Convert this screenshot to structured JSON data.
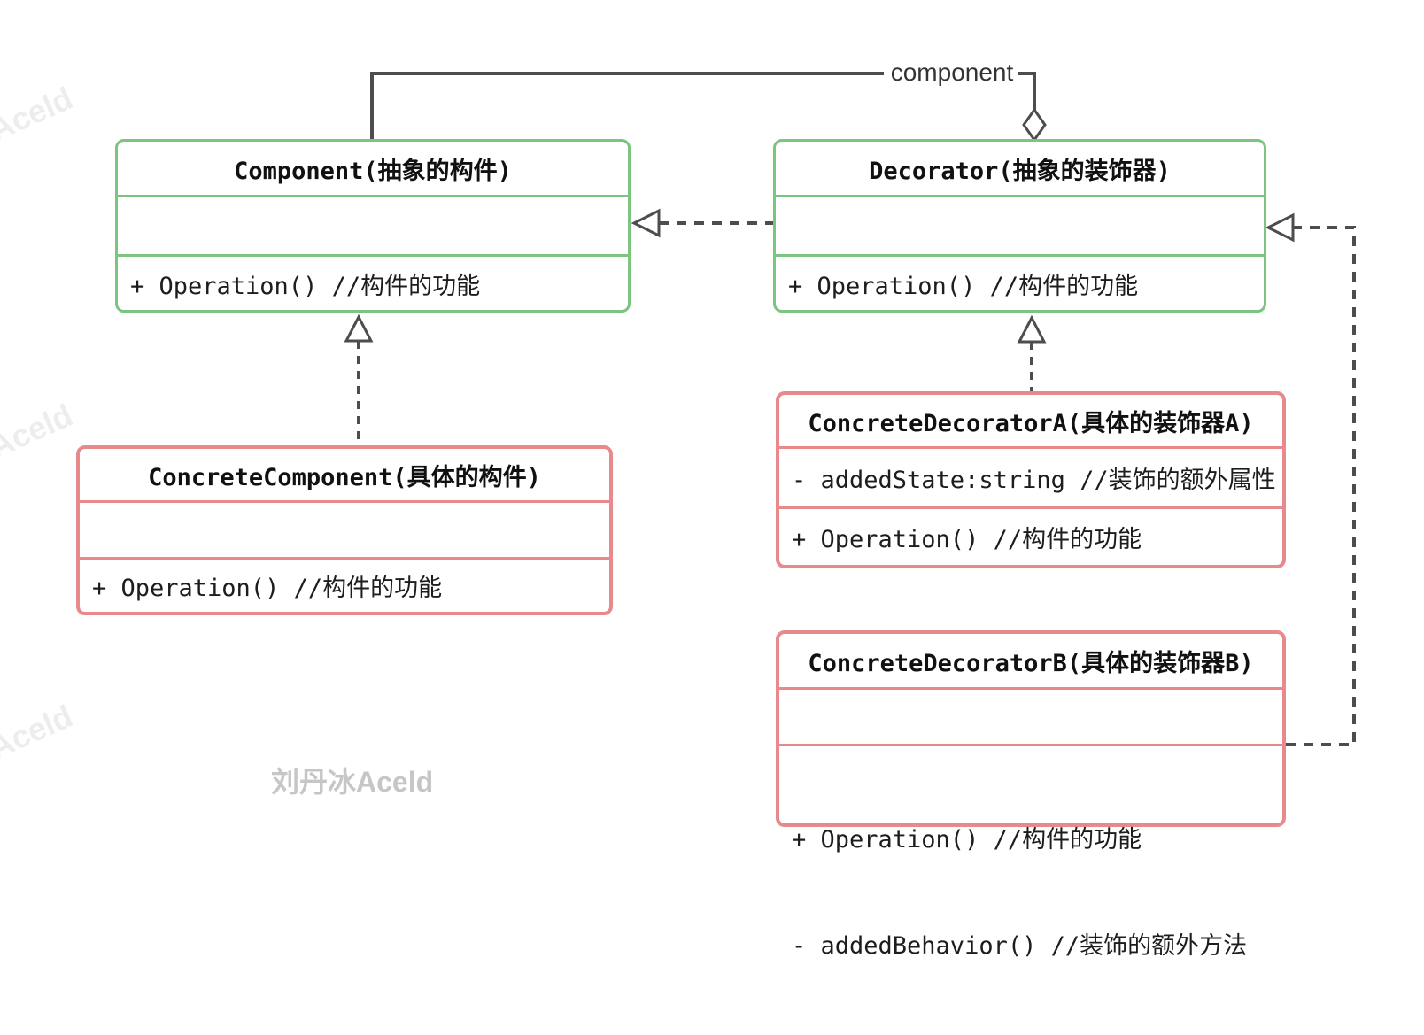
{
  "diagram": {
    "association_label": "component",
    "watermark_main": "刘丹冰Aceld",
    "watermark_side": "Aceld",
    "colors": {
      "abstract_border": "#7cc47f",
      "concrete_border": "#e8898c",
      "connector_line": "#4d4d4d",
      "watermark": "#c6c6c6"
    },
    "classes": [
      {
        "id": "component",
        "kind": "abstract",
        "title": "Component(抽象的构件)",
        "attributes": [],
        "methods": [
          "+ Operation() //构件的功能"
        ]
      },
      {
        "id": "decorator",
        "kind": "abstract",
        "title": "Decorator(抽象的装饰器)",
        "attributes": [],
        "methods": [
          "+ Operation() //构件的功能"
        ]
      },
      {
        "id": "concrete-component",
        "kind": "concrete",
        "title": "ConcreteComponent(具体的构件)",
        "attributes": [],
        "methods": [
          "+ Operation() //构件的功能"
        ]
      },
      {
        "id": "concrete-decorator-a",
        "kind": "concrete",
        "title": "ConcreteDecoratorA(具体的装饰器A)",
        "attributes": [
          "- addedState:string //装饰的额外属性"
        ],
        "methods": [
          "+ Operation() //构件的功能"
        ]
      },
      {
        "id": "concrete-decorator-b",
        "kind": "concrete",
        "title": "ConcreteDecoratorB(具体的装饰器B)",
        "attributes": [],
        "methods": [
          "+ Operation() //构件的功能",
          "- addedBehavior() //装饰的额外方法"
        ]
      }
    ],
    "relations": [
      {
        "type": "aggregation",
        "from": "decorator",
        "to": "component",
        "label": "component"
      },
      {
        "type": "dependency-dashed",
        "from": "decorator",
        "to": "component"
      },
      {
        "type": "realization-dashed",
        "from": "concrete-component",
        "to": "component"
      },
      {
        "type": "realization-dashed",
        "from": "concrete-decorator-a",
        "to": "decorator"
      },
      {
        "type": "realization-dashed",
        "from": "concrete-decorator-b",
        "to": "decorator"
      }
    ]
  }
}
